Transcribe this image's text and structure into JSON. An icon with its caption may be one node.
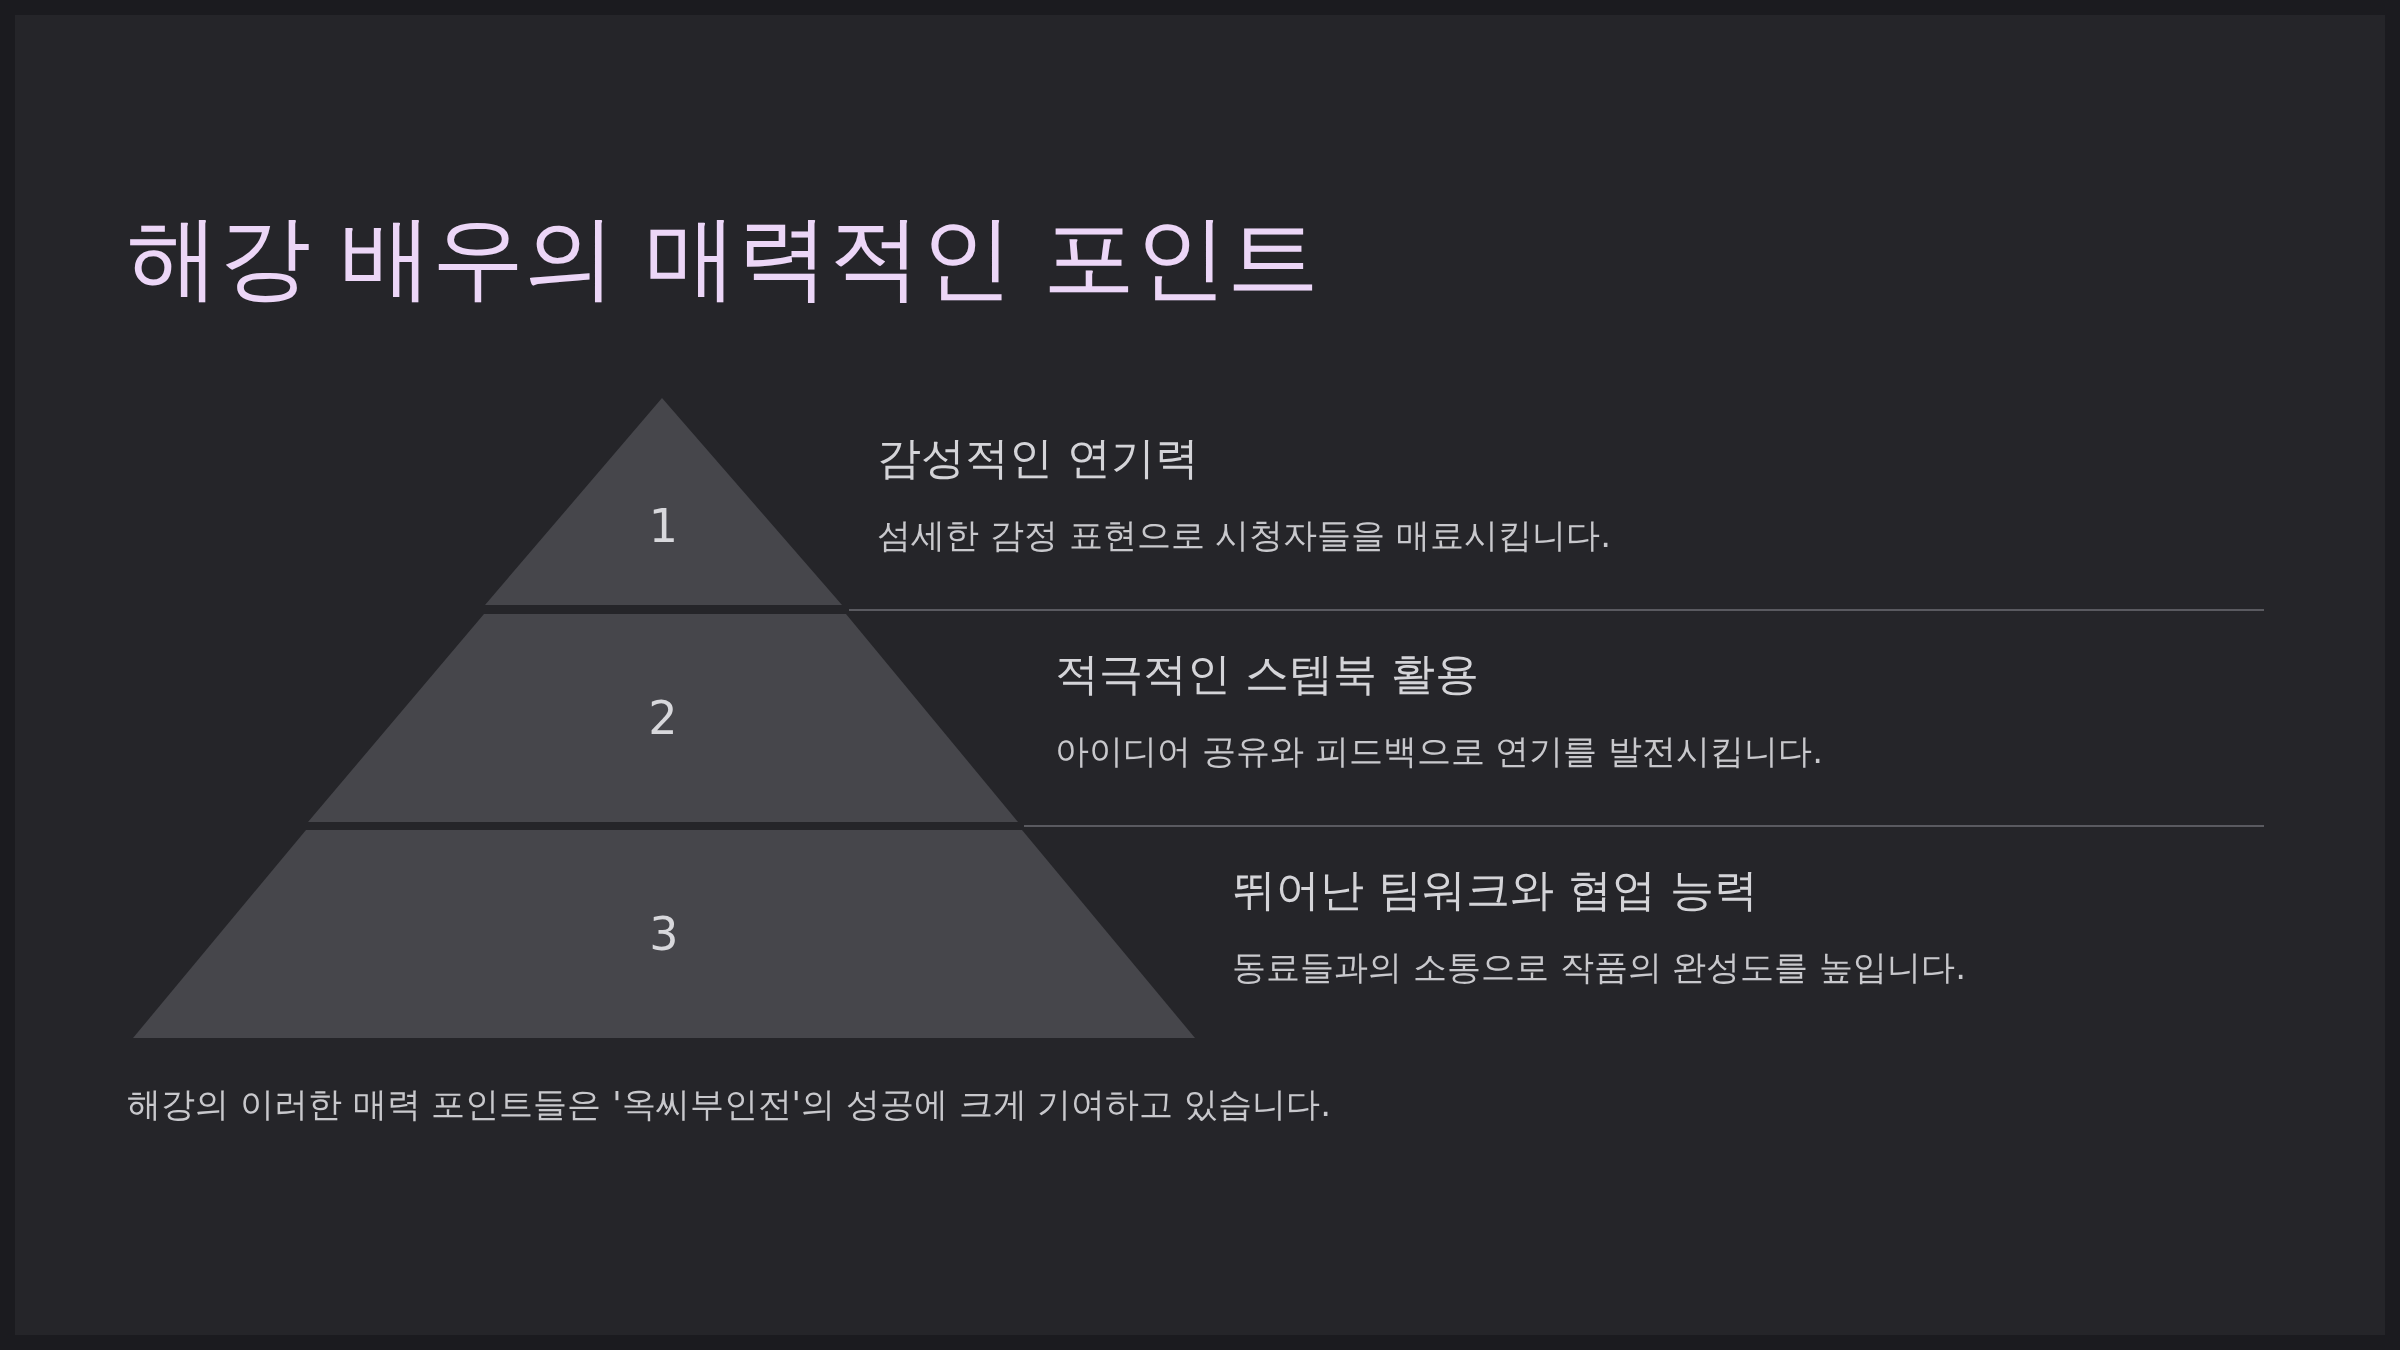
{
  "diagram": {
    "title": "해강 배우의 매력적인 포인트",
    "nodes": [
      {
        "text": [
          "1"
        ],
        "beside": [
          "감성적인 연기력",
          "섬세한 감정 표현으로 시청자들을 매료시킵니다."
        ]
      },
      {
        "text": [
          "2"
        ],
        "beside": [
          "적극적인 스텝북 활용",
          "아이디어 공유와 피드백으로 연기를 발전시킵니다."
        ]
      },
      {
        "text": [
          "3"
        ],
        "beside": [
          "뛰어난 팀워크와 협업 능력",
          "동료들과의 소통으로 작품의 완성도를 높입니다."
        ]
      }
    ],
    "caption": "해강의 이러한 매력 포인트들은 '옥씨부인전'의 성공에 크게 기여하고 있습니다."
  }
}
